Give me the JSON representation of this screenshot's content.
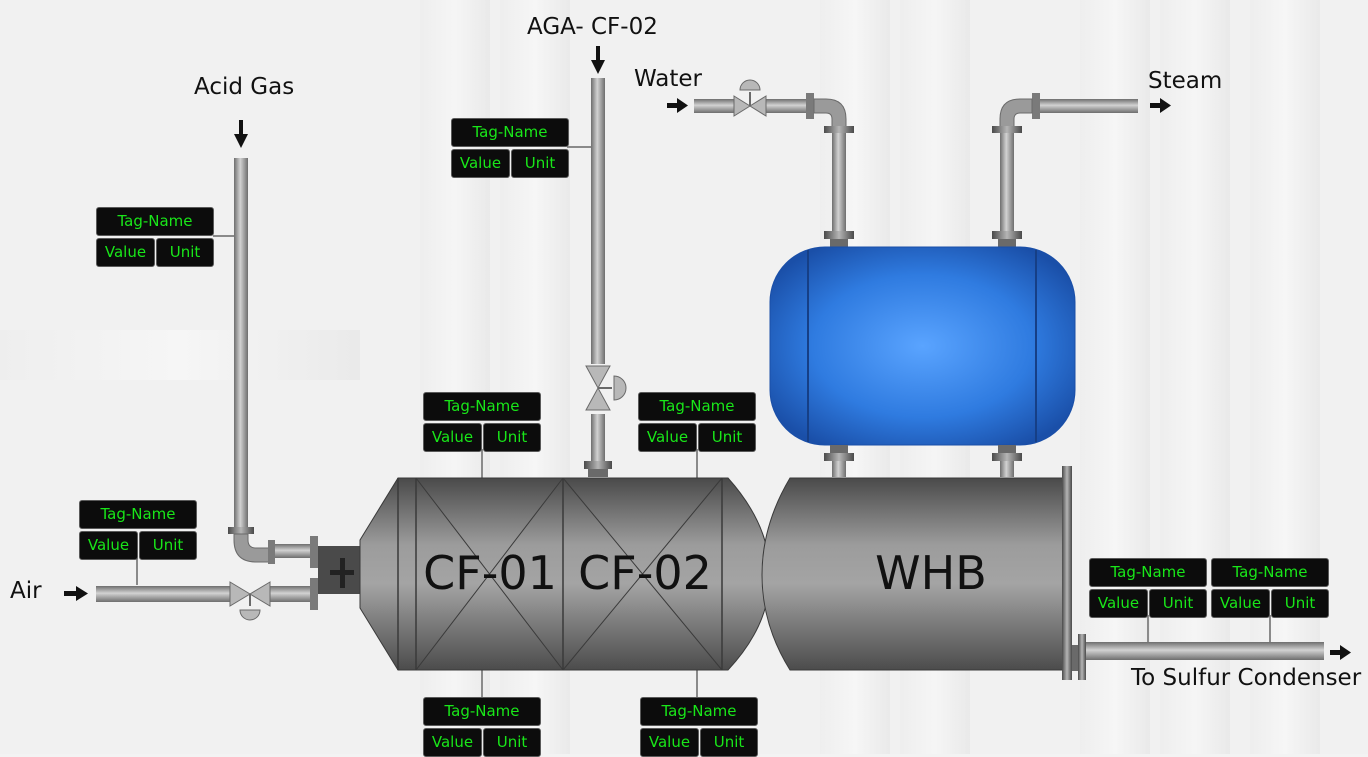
{
  "streams": {
    "acid_gas": "Acid Gas",
    "aga": "AGA- CF-02",
    "water": "Water",
    "steam": "Steam",
    "air": "Air",
    "to_sulfur_condenser": "To Sulfur Condenser"
  },
  "vessels": {
    "cf01": "CF-01",
    "cf02": "CF-02",
    "whb": "WHB"
  },
  "tags": [
    {
      "name": "Tag-Name",
      "value": "Value",
      "unit": "Unit"
    },
    {
      "name": "Tag-Name",
      "value": "Value",
      "unit": "Unit"
    },
    {
      "name": "Tag-Name",
      "value": "Value",
      "unit": "Unit"
    },
    {
      "name": "Tag-Name",
      "value": "Value",
      "unit": "Unit"
    },
    {
      "name": "Tag-Name",
      "value": "Value",
      "unit": "Unit"
    },
    {
      "name": "Tag-Name",
      "value": "Value",
      "unit": "Unit"
    },
    {
      "name": "Tag-Name",
      "value": "Value",
      "unit": "Unit"
    },
    {
      "name": "Tag-Name",
      "value": "Value",
      "unit": "Unit"
    },
    {
      "name": "Tag-Name",
      "value": "Value",
      "unit": "Unit"
    }
  ],
  "colors": {
    "tag_text": "#19e619",
    "tag_bg": "#0c0c0c",
    "drum": "#2a6fd6",
    "vessel": "#707070",
    "pipe": "#9a9a9a"
  }
}
